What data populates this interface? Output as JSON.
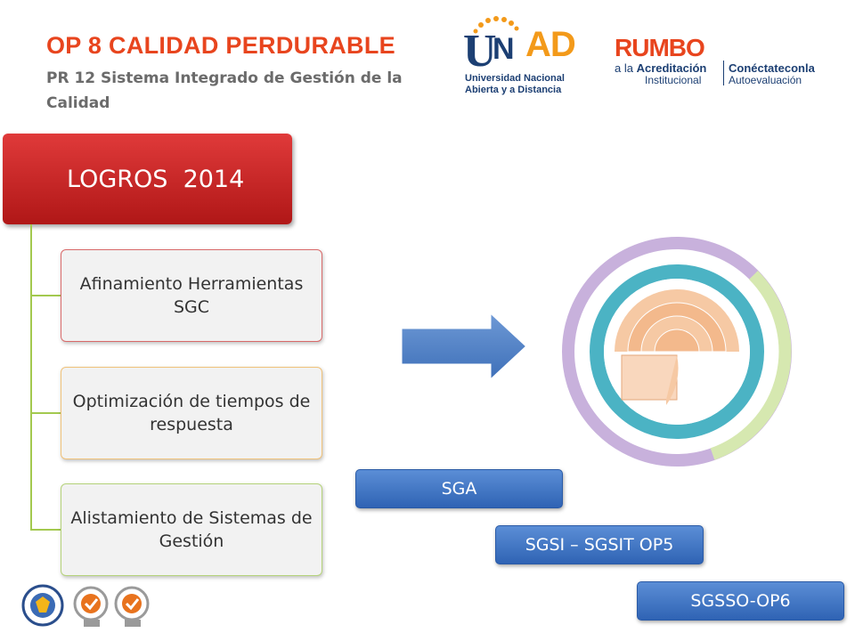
{
  "header": {
    "title": "OP 8 CALIDAD PERDURABLE",
    "subtitle": "PR 12 Sistema Integrado de Gestión de la Calidad"
  },
  "logos": {
    "unad": {
      "line1": "Universidad Nacional",
      "line2": "Abierta y a Distancia"
    },
    "rumbo": {
      "word": "RUMBO",
      "line1_prefix": "a la ",
      "line1_bold": "Acreditación",
      "line2": "Institucional",
      "right1": "Conéctateconla",
      "right2": "Autoevaluación"
    }
  },
  "hierarchy": {
    "root": "LOGROS  2014",
    "items": [
      "Afinamiento Herramientas  SGC",
      "Optimización de tiempos de respuesta",
      "Alistamiento de Sistemas de Gestión"
    ]
  },
  "systems": {
    "sga": "SGA",
    "sgsi": "SGSI – SGSIT OP5",
    "sgsso": "SGSSO-OP6"
  },
  "colors": {
    "title": "#e8451e",
    "root_box": "#c62828",
    "connector": "#a3c94f",
    "arrow": "#4a7fc1",
    "pill": "#3d72c4"
  }
}
